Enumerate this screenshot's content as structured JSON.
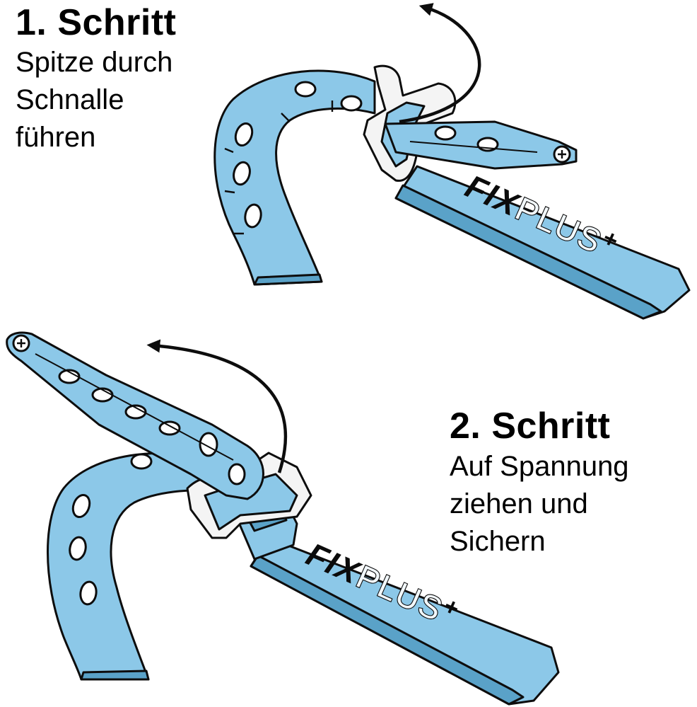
{
  "step1": {
    "title": "1. Schritt",
    "lines": [
      "Spitze durch",
      "Schnalle",
      "führen"
    ]
  },
  "step2": {
    "title": "2. Schritt",
    "lines": [
      "Auf Spannung",
      "ziehen und",
      "Sichern"
    ]
  },
  "brand": {
    "bold": "FIX",
    "light": "PLUS",
    "sup": "+"
  },
  "colors": {
    "strap": "#8cc8e8",
    "strap_dark": "#5aa2c8",
    "outline": "#0d0d0d",
    "buckle": "#f4f4f4",
    "text": "#000000"
  }
}
